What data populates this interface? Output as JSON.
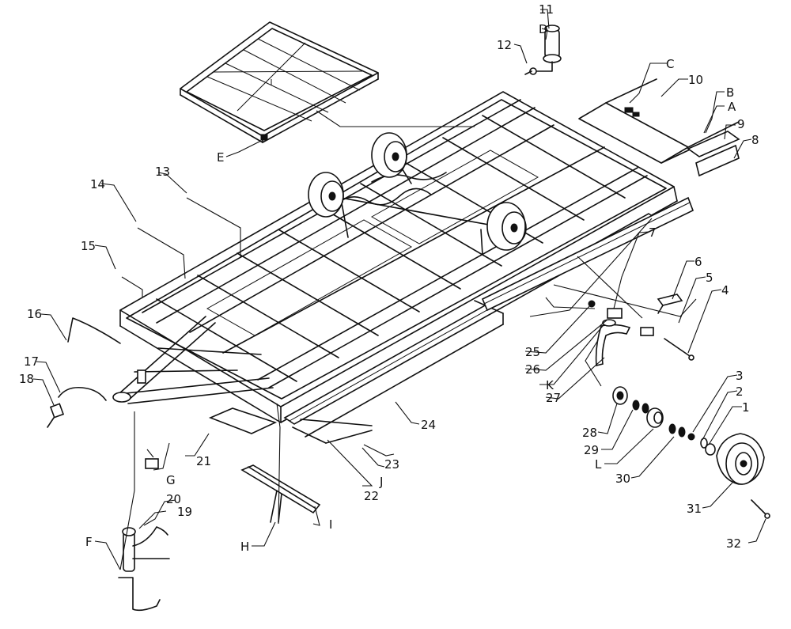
{
  "callouts": [
    "1",
    "2",
    "3",
    "4",
    "5",
    "6",
    "7",
    "8",
    "9",
    "10",
    "11",
    "12",
    "13",
    "14",
    "15",
    "16",
    "17",
    "18",
    "19",
    "20",
    "21",
    "22",
    "23",
    "24",
    "25",
    "26",
    "27",
    "28",
    "29",
    "30",
    "31",
    "32",
    "A",
    "B",
    "C",
    "D",
    "E",
    "F",
    "G",
    "H",
    "I",
    "J",
    "K",
    "L"
  ]
}
